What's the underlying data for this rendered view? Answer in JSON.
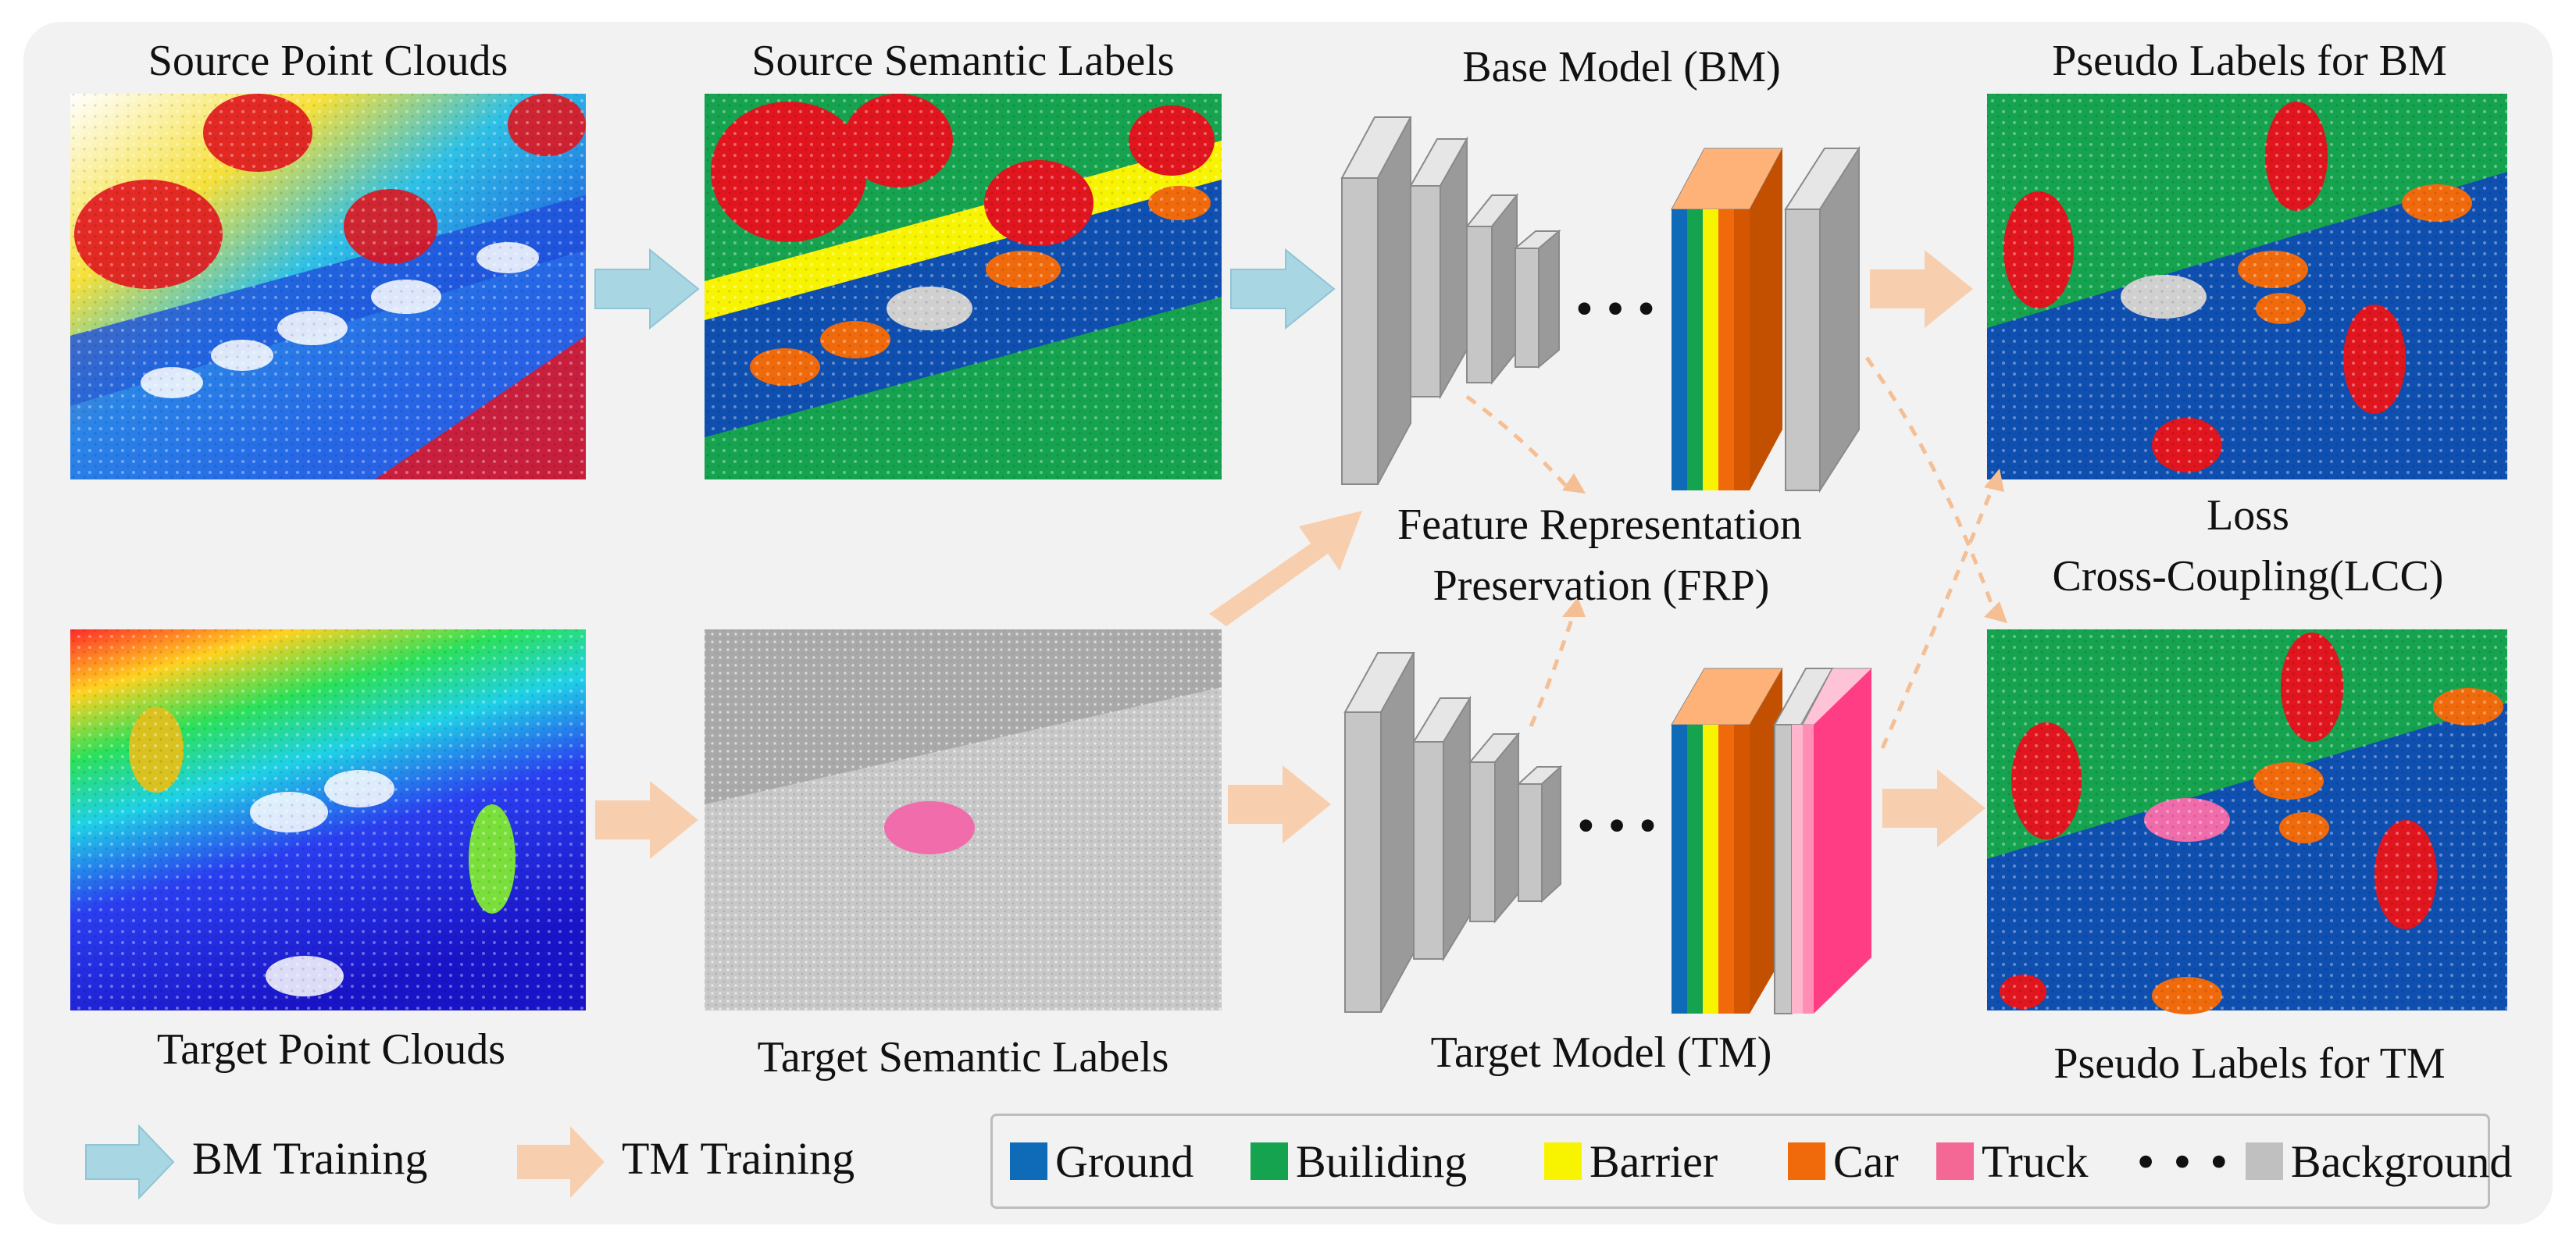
{
  "labels": {
    "source_point_clouds": "Source Point Clouds",
    "source_semantic_labels": "Source Semantic Labels",
    "base_model": "Base Model (BM)",
    "pseudo_labels_bm": "Pseudo Labels for BM",
    "feature_rep_line1": "Feature  Representation",
    "feature_rep_line2": "Preservation (FRP)",
    "loss_line1": "Loss",
    "loss_line2": "Cross-Coupling(LCC)",
    "target_point_clouds": "Target Point Clouds",
    "target_semantic_labels": "Target Semantic Labels",
    "target_model": "Target Model (TM)",
    "pseudo_labels_tm": "Pseudo Labels for TM",
    "ellipsis": "• • •"
  },
  "training_legend": [
    {
      "label": "BM Training",
      "color": "#a9d6e3"
    },
    {
      "label": "TM Training",
      "color": "#f8cfae"
    }
  ],
  "class_legend": [
    {
      "label": "Ground",
      "color": "#0f6ab7"
    },
    {
      "label": "Builiding",
      "color": "#16a34f"
    },
    {
      "label": "Barrier",
      "color": "#f8f400"
    },
    {
      "label": "Car",
      "color": "#f06a0c"
    },
    {
      "label": "Truck",
      "color": "#f36895"
    },
    {
      "label": "Background",
      "color": "#c0c0c0",
      "prefix": "• • •"
    }
  ],
  "colors": {
    "bm_arrow": "#a9d6e3",
    "tm_arrow": "#f8cfae",
    "layer_gray": "#c6c6c6",
    "output_pink": "#ff3d84"
  }
}
